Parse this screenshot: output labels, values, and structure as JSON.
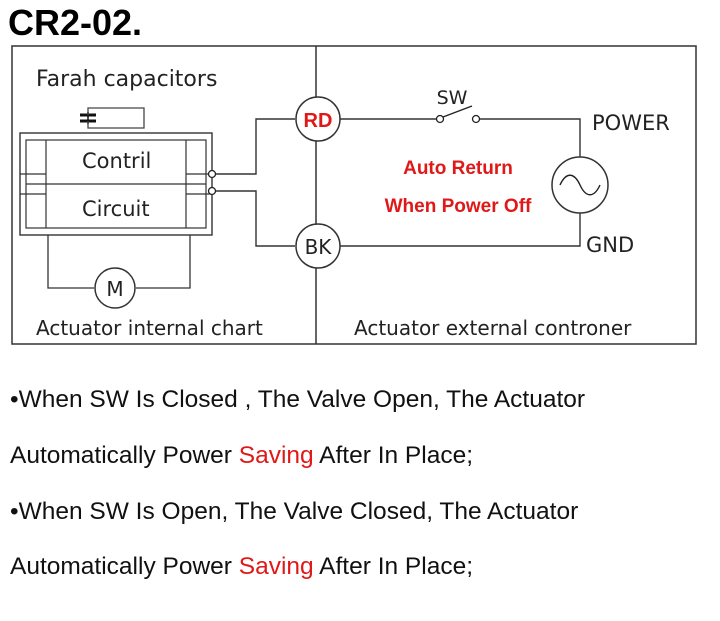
{
  "title": "CR2-02.",
  "diagram": {
    "capacitors_label": "Farah capacitors",
    "block_top_label": "Contril",
    "block_bottom_label": "Circuit",
    "motor_label": "M",
    "rd_label": "RD",
    "bk_label": "BK",
    "sw_label": "SW",
    "power_label": "POWER",
    "gnd_label": "GND",
    "note_line1": "Auto Return",
    "note_line2": "When Power Off",
    "left_caption": "Actuator internal chart",
    "right_caption": "Actuator external controner",
    "accent_red": "#e01818"
  },
  "notes": [
    {
      "line1": "•When SW Is Closed , The Valve Open, The Actuator",
      "line2_pre": "Automatically Power ",
      "line2_red": "Saving",
      "line2_post": " After In Place;"
    },
    {
      "line1": "•When SW Is Open, The Valve Closed, The Actuator",
      "line2_pre": "Automatically Power ",
      "line2_red": "Saving",
      "line2_post": " After In Place;"
    }
  ]
}
